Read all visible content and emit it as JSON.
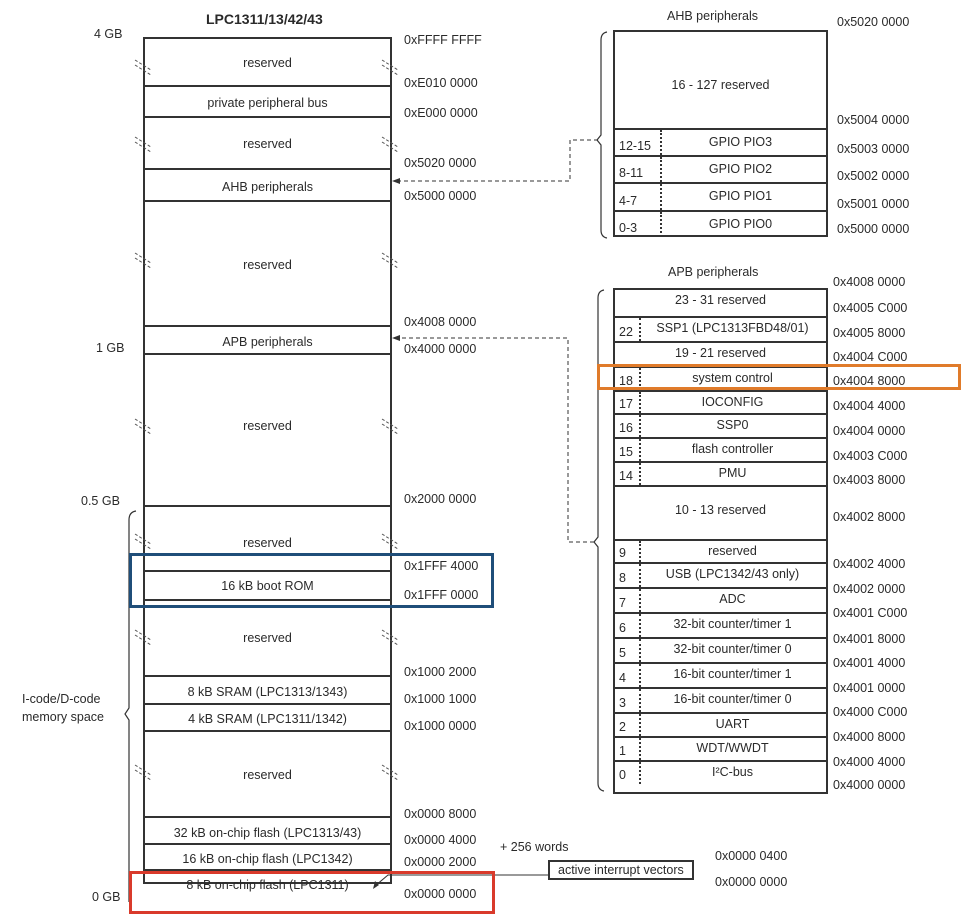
{
  "title": "LPC1311/13/42/43",
  "left_scale": {
    "gb_4": "4 GB",
    "gb_1": "1 GB",
    "gb_05": "0.5 GB",
    "gb_0": "0 GB",
    "icode_label_line1": "I-code/D-code",
    "icode_label_line2": "memory space"
  },
  "main_map": {
    "regions": [
      {
        "label": "reserved"
      },
      {
        "label": "private peripheral bus"
      },
      {
        "label": "reserved"
      },
      {
        "label": "AHB peripherals"
      },
      {
        "label": "reserved"
      },
      {
        "label": "APB peripherals"
      },
      {
        "label": "reserved"
      },
      {
        "label": "reserved"
      },
      {
        "label": "16 kB boot ROM"
      },
      {
        "label": "reserved"
      },
      {
        "label": "8 kB  SRAM (LPC1313/1343)"
      },
      {
        "label": "4 kB  SRAM (LPC1311/1342)"
      },
      {
        "label": "reserved"
      },
      {
        "label": "32 kB on-chip flash (LPC1313/43)"
      },
      {
        "label": "16 kB on-chip flash (LPC1342)"
      },
      {
        "label": "8 kB on-chip flash (LPC1311)"
      }
    ],
    "addresses": [
      "0xFFFF FFFF",
      "0xE010 0000",
      "0xE000 0000",
      "0x5020 0000",
      "0x5000 0000",
      "0x4008 0000",
      "0x4000 0000",
      "0x2000 0000",
      "0x1FFF 4000",
      "0x1FFF 0000",
      "0x1000 2000",
      "0x1000 1000",
      "0x1000 0000",
      "0x0000 8000",
      "0x0000 4000",
      "0x0000 2000",
      "0x0000 0000"
    ]
  },
  "vectors": {
    "note": "+ 256 words",
    "label": "active interrupt vectors",
    "addr_top": "0x0000 0400",
    "addr_bottom": "0x0000 0000"
  },
  "ahb": {
    "title": "AHB peripherals",
    "reserved_label": "16 - 127 reserved",
    "rows": [
      {
        "num": "12-15",
        "name": "GPIO PIO3"
      },
      {
        "num": "8-11",
        "name": "GPIO PIO2"
      },
      {
        "num": "4-7",
        "name": "GPIO PIO1"
      },
      {
        "num": "0-3",
        "name": "GPIO PIO0"
      }
    ],
    "addresses": [
      "0x5020 0000",
      "0x5004 0000",
      "0x5003 0000",
      "0x5002 0000",
      "0x5001 0000",
      "0x5000 0000"
    ]
  },
  "apb": {
    "title": "APB peripherals",
    "rows": [
      {
        "num": "",
        "name": "23 - 31 reserved"
      },
      {
        "num": "22",
        "name": "SSP1 (LPC1313FBD48/01)"
      },
      {
        "num": "",
        "name": "19 - 21 reserved"
      },
      {
        "num": "18",
        "name": "system control"
      },
      {
        "num": "17",
        "name": "IOCONFIG"
      },
      {
        "num": "16",
        "name": "SSP0"
      },
      {
        "num": "15",
        "name": "flash controller"
      },
      {
        "num": "14",
        "name": "PMU"
      },
      {
        "num": "",
        "name": "10 - 13 reserved"
      },
      {
        "num": "9",
        "name": "reserved"
      },
      {
        "num": "8",
        "name": "USB (LPC1342/43 only)"
      },
      {
        "num": "7",
        "name": "ADC"
      },
      {
        "num": "6",
        "name": "32-bit counter/timer 1"
      },
      {
        "num": "5",
        "name": "32-bit counter/timer 0"
      },
      {
        "num": "4",
        "name": "16-bit counter/timer 1"
      },
      {
        "num": "3",
        "name": "16-bit counter/timer 0"
      },
      {
        "num": "2",
        "name": "UART"
      },
      {
        "num": "1",
        "name": "WDT/WWDT"
      },
      {
        "num": "0",
        "name": "I²C-bus"
      }
    ],
    "addresses": [
      "0x4008 0000",
      "0x4005 C000",
      "0x4005 8000",
      "0x4004 C000",
      "0x4004 8000",
      "0x4004 4000",
      "0x4004 0000",
      "0x4003 C000",
      "0x4003 8000",
      "0x4002 8000",
      "0x4002 4000",
      "0x4002 0000",
      "0x4001 C000",
      "0x4001 8000",
      "0x4001 4000",
      "0x4001 0000",
      "0x4000 C000",
      "0x4000 8000",
      "0x4000 4000",
      "0x4000 0000"
    ]
  },
  "highlights": {
    "boot_rom_color": "#1f4e79",
    "system_control_color": "#e07b2a",
    "flash_color": "#d93a2b"
  }
}
